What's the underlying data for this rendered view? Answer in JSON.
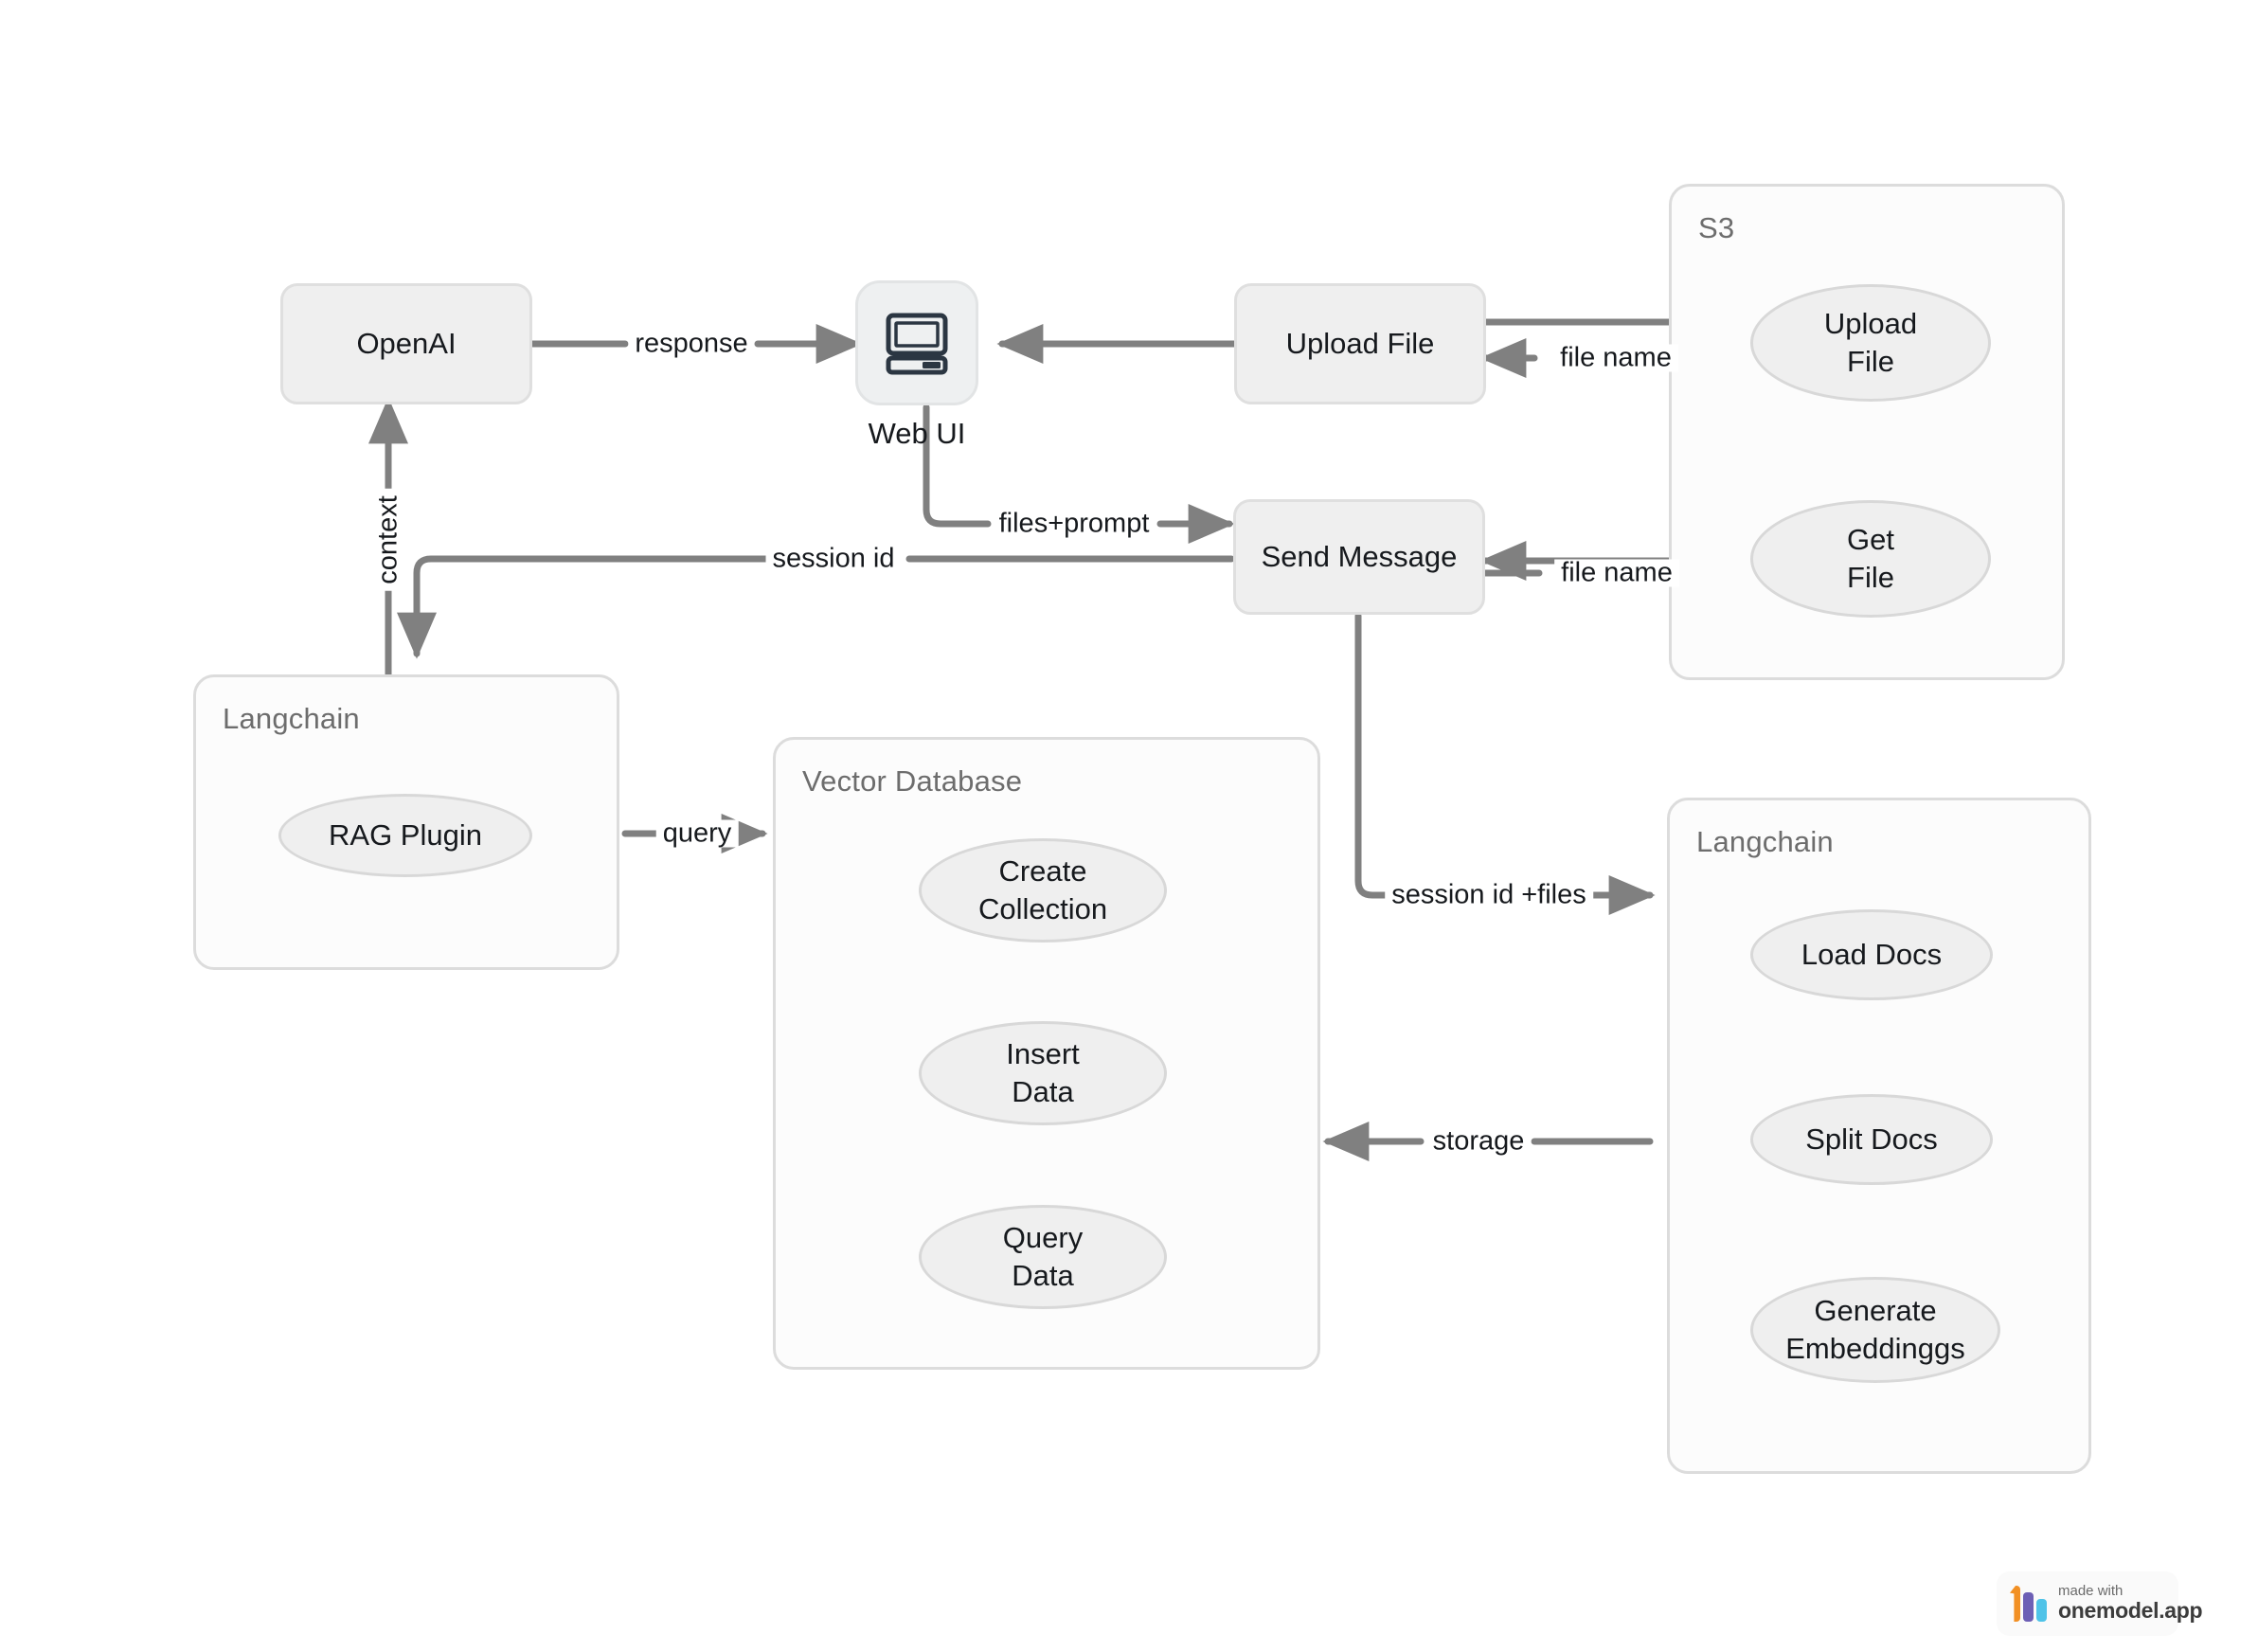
{
  "diagram": {
    "title": "RAG Chat Application Architecture",
    "background": "#ffffff",
    "colors": {
      "node_fill": "#efefef",
      "node_border": "#dfdfdf",
      "group_fill": "#fcfcfc",
      "group_border": "#dcdcdc",
      "edge": "#808080",
      "text": "#16191d",
      "group_label_text": "#6d6d6d",
      "icon_dark": "#2b3642"
    }
  },
  "groups": [
    {
      "id": "s3",
      "label": "S3"
    },
    {
      "id": "langchain_rag",
      "label": "Langchain"
    },
    {
      "id": "vector_db",
      "label": "Vector Database"
    },
    {
      "id": "langchain_ingest",
      "label": "Langchain"
    }
  ],
  "nodes": {
    "openai": {
      "label": "OpenAI",
      "shape": "rounded-rect"
    },
    "web_ui": {
      "label": "Web UI",
      "shape": "icon",
      "icon": "desktop-computer-icon"
    },
    "upload_file": {
      "label": "Upload File",
      "shape": "rounded-rect"
    },
    "send_message": {
      "label": "Send Message",
      "shape": "rounded-rect"
    },
    "s3_upload_file": {
      "label": "Upload\nFile",
      "line1": "Upload",
      "line2": "File",
      "shape": "ellipse"
    },
    "s3_get_file": {
      "label": "Get\nFile",
      "line1": "Get",
      "line2": "File",
      "shape": "ellipse"
    },
    "rag_plugin": {
      "label": "RAG Plugin",
      "shape": "ellipse"
    },
    "create_collection": {
      "line1": "Create",
      "line2": "Collection",
      "shape": "ellipse"
    },
    "insert_data": {
      "line1": "Insert",
      "line2": "Data",
      "shape": "ellipse"
    },
    "query_data": {
      "line1": "Query",
      "line2": "Data",
      "shape": "ellipse"
    },
    "load_docs": {
      "label": "Load Docs",
      "shape": "ellipse"
    },
    "split_docs": {
      "label": "Split Docs",
      "shape": "ellipse"
    },
    "generate_embeddings": {
      "line1": "Generate",
      "line2": "Embeddinggs",
      "shape": "ellipse"
    }
  },
  "edges": [
    {
      "id": "response",
      "label": "response",
      "from": "openai",
      "to": "web_ui",
      "direction": "right"
    },
    {
      "id": "upload-to-webui",
      "label": "",
      "from": "upload_file",
      "to": "web_ui",
      "direction": "left"
    },
    {
      "id": "upload-to-s3",
      "label": "",
      "from": "upload_file",
      "to": "s3_upload_file",
      "direction": "right"
    },
    {
      "id": "s3-file-name",
      "label": "file name",
      "from": "s3_upload_file",
      "to": "upload_file",
      "direction": "left"
    },
    {
      "id": "files-prompt",
      "label": "files+prompt",
      "from": "web_ui",
      "to": "send_message",
      "direction": "right"
    },
    {
      "id": "session-id",
      "label": "session id",
      "from": "send_message",
      "to": "langchain_rag",
      "direction": "left-down"
    },
    {
      "id": "context",
      "label": "context",
      "from": "rag_plugin",
      "to": "openai",
      "direction": "up"
    },
    {
      "id": "getfile-to-send",
      "label": "",
      "from": "s3_get_file",
      "to": "send_message",
      "direction": "left"
    },
    {
      "id": "send-file-name",
      "label": "file name",
      "from": "send_message",
      "to": "s3_get_file",
      "direction": "right"
    },
    {
      "id": "session-files",
      "label": "session id +files",
      "from": "send_message",
      "to": "langchain_ingest",
      "direction": "down-right"
    },
    {
      "id": "query",
      "label": "query",
      "from": "rag_plugin",
      "to": "vector_db",
      "direction": "right"
    },
    {
      "id": "storage",
      "label": "storage",
      "from": "langchain_ingest",
      "to": "vector_db",
      "direction": "left"
    }
  ],
  "watermark": {
    "made_with": "made with",
    "brand": "onemodel.app",
    "bar_colors": [
      "#f29024",
      "#6d5fb5",
      "#4fc3e8"
    ]
  }
}
